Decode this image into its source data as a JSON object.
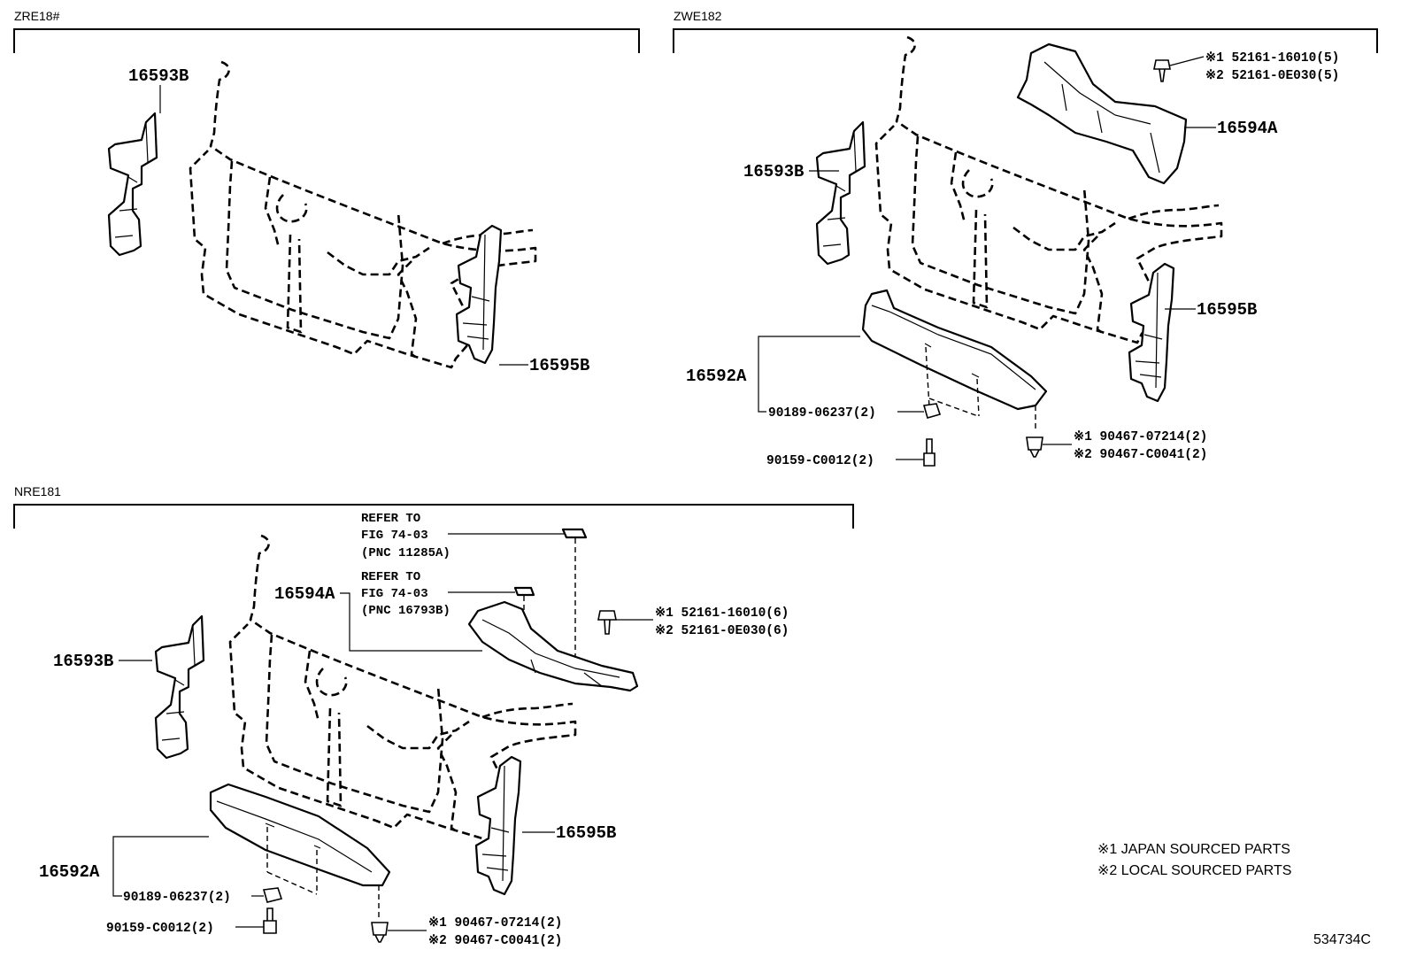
{
  "sections": {
    "zre": {
      "label": "ZRE18#"
    },
    "zwe": {
      "label": "ZWE182"
    },
    "nre": {
      "label": "NRE181"
    }
  },
  "zre_parts": {
    "p16593b": "16593B",
    "p16595b": "16595B"
  },
  "zwe_parts": {
    "p16593b": "16593B",
    "p16594a": "16594A",
    "p16595b": "16595B",
    "p16592a": "16592A",
    "clip1": "※1 52161-16010(5)",
    "clip2": "※2 52161-0E030(5)",
    "nut": "90189-06237(2)",
    "bolt": "90159-C0012(2)",
    "screw1": "※1 90467-07214(2)",
    "screw2": "※2 90467-C0041(2)"
  },
  "nre_parts": {
    "ref1_line1": "REFER TO",
    "ref1_line2": "FIG 74-03",
    "ref1_line3": "(PNC 11285A)",
    "ref2_line1": "REFER TO",
    "ref2_line2": "FIG 74-03",
    "ref2_line3": "(PNC 16793B)",
    "p16594a": "16594A",
    "p16593b": "16593B",
    "p16595b": "16595B",
    "p16592a": "16592A",
    "clip1": "※1 52161-16010(6)",
    "clip2": "※2 52161-0E030(6)",
    "nut": "90189-06237(2)",
    "bolt": "90159-C0012(2)",
    "screw1": "※1 90467-07214(2)",
    "screw2": "※2 90467-C0041(2)"
  },
  "legend": {
    "note1": "※1 JAPAN SOURCED PARTS",
    "note2": "※2 LOCAL SOURCED PARTS"
  },
  "figure_id": "534734C"
}
